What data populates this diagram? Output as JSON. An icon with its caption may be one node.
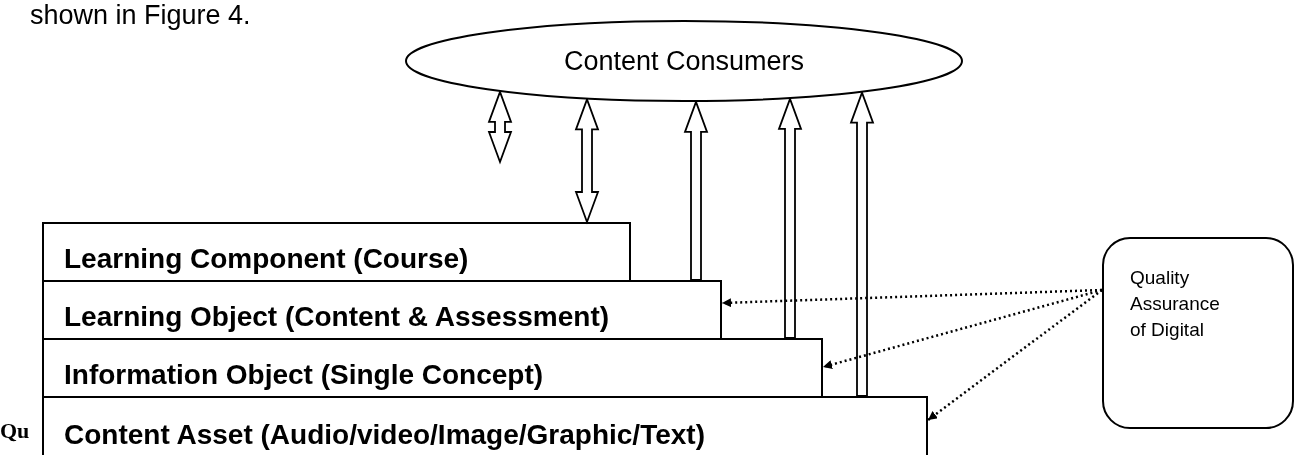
{
  "diagram": {
    "nodes": [
      {
        "text": [
          "Content Consumers"
        ]
      },
      {
        "text": [
          "Learning Component (Course)"
        ]
      },
      {
        "text": [
          "Learning Object (Content & Assessment)"
        ]
      },
      {
        "text": [
          "Information Object (Single Concept)"
        ]
      },
      {
        "text": [
          "Content Asset (Audio/video/Image/Graphic/Text)"
        ]
      },
      {
        "text": [
          "Quality Assurance of Digital"
        ]
      }
    ],
    "edges": [
      {
        "from": null,
        "to": 0,
        "arrow": "both"
      },
      {
        "from": 1,
        "to": 0,
        "arrow": "both"
      },
      {
        "from": 2,
        "to": 0,
        "arrow": "to"
      },
      {
        "from": 3,
        "to": 0,
        "arrow": "to"
      },
      {
        "from": 4,
        "to": 0,
        "arrow": "to"
      },
      {
        "from": 5,
        "to": 2,
        "arrow": "to",
        "style": "dashed"
      },
      {
        "from": 5,
        "to": 3,
        "arrow": "to",
        "style": "dashed"
      },
      {
        "from": 5,
        "to": 4,
        "arrow": "to",
        "style": "dashed"
      }
    ],
    "labels": [
      "shown in Figure 4.",
      "Qu"
    ]
  }
}
